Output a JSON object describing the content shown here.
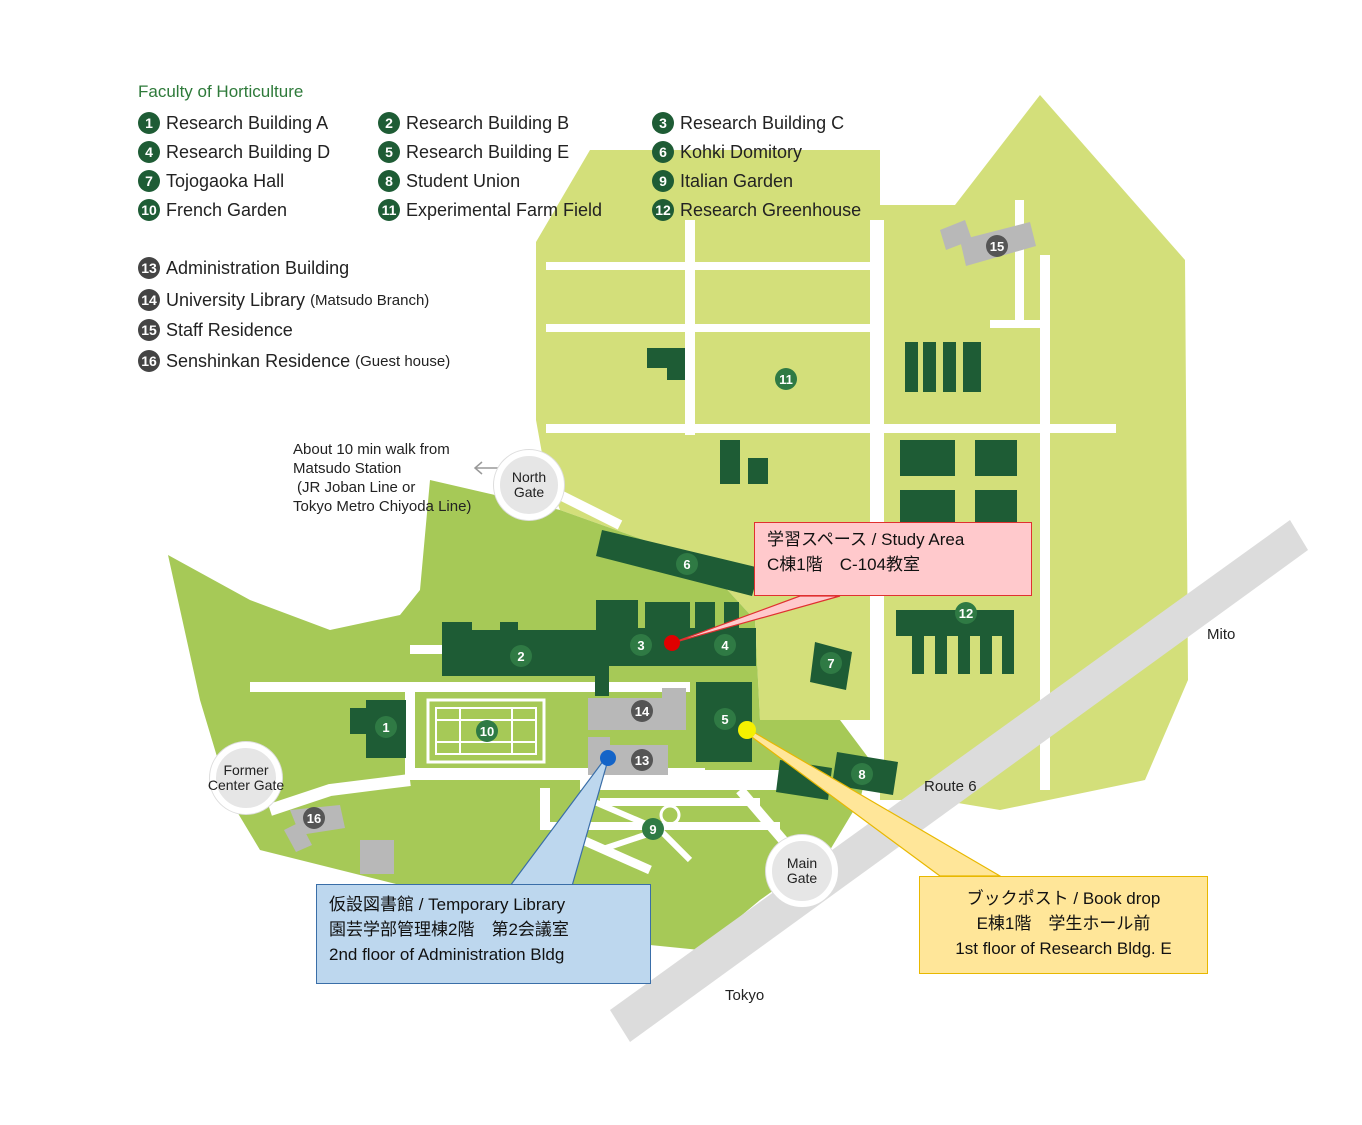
{
  "legend": {
    "title": "Faculty of Horticulture",
    "items": [
      {
        "num": "1",
        "label": "Research Building A"
      },
      {
        "num": "2",
        "label": "Research Building B"
      },
      {
        "num": "3",
        "label": "Research Building C"
      },
      {
        "num": "4",
        "label": "Research Building D"
      },
      {
        "num": "5",
        "label": "Research Building E"
      },
      {
        "num": "6",
        "label": "Kohki Domitory"
      },
      {
        "num": "7",
        "label": "Tojogaoka Hall"
      },
      {
        "num": "8",
        "label": "Student Union"
      },
      {
        "num": "9",
        "label": "Italian Garden"
      },
      {
        "num": "10",
        "label": "French Garden"
      },
      {
        "num": "11",
        "label": "Experimental Farm Field"
      },
      {
        "num": "12",
        "label": "Research Greenhouse"
      },
      {
        "num": "13",
        "label": "Administration Building"
      },
      {
        "num": "14",
        "label": "University Library",
        "sub": "(Matsudo Branch)"
      },
      {
        "num": "15",
        "label": "Staff Residence"
      },
      {
        "num": "16",
        "label": "Senshinkan Residence",
        "sub": "(Guest house)"
      }
    ]
  },
  "access_note": [
    "About 10 min walk from",
    "Matsudo Station",
    "(JR Joban Line or",
    "Tokyo Metro Chiyoda Line)"
  ],
  "gates": {
    "north": [
      "North",
      "Gate"
    ],
    "former_center": [
      "Former",
      "Center Gate"
    ],
    "main": [
      "Main",
      "Gate"
    ]
  },
  "roads": {
    "mito": "Mito",
    "route6": "Route 6",
    "tokyo": "Tokyo"
  },
  "callouts": {
    "study_area": [
      "学習スペース / Study Area",
      "C棟1階　C-104教室"
    ],
    "temp_library": [
      "仮設図書館 / Temporary Library",
      "園芸学部管理棟2階　第2会議室",
      "2nd floor of Administration Bldg"
    ],
    "book_drop": [
      "ブックポスト / Book drop",
      "E棟1階　学生ホール前",
      "1st floor of Research Bldg. E"
    ]
  },
  "colors": {
    "building": "#1e5c35",
    "field": "#d3df7a",
    "campus": "#a6c957",
    "road": "#dddddd",
    "red_marker": "#e00000",
    "blue_marker": "#1464c8",
    "yellow_marker": "#f5f000"
  }
}
